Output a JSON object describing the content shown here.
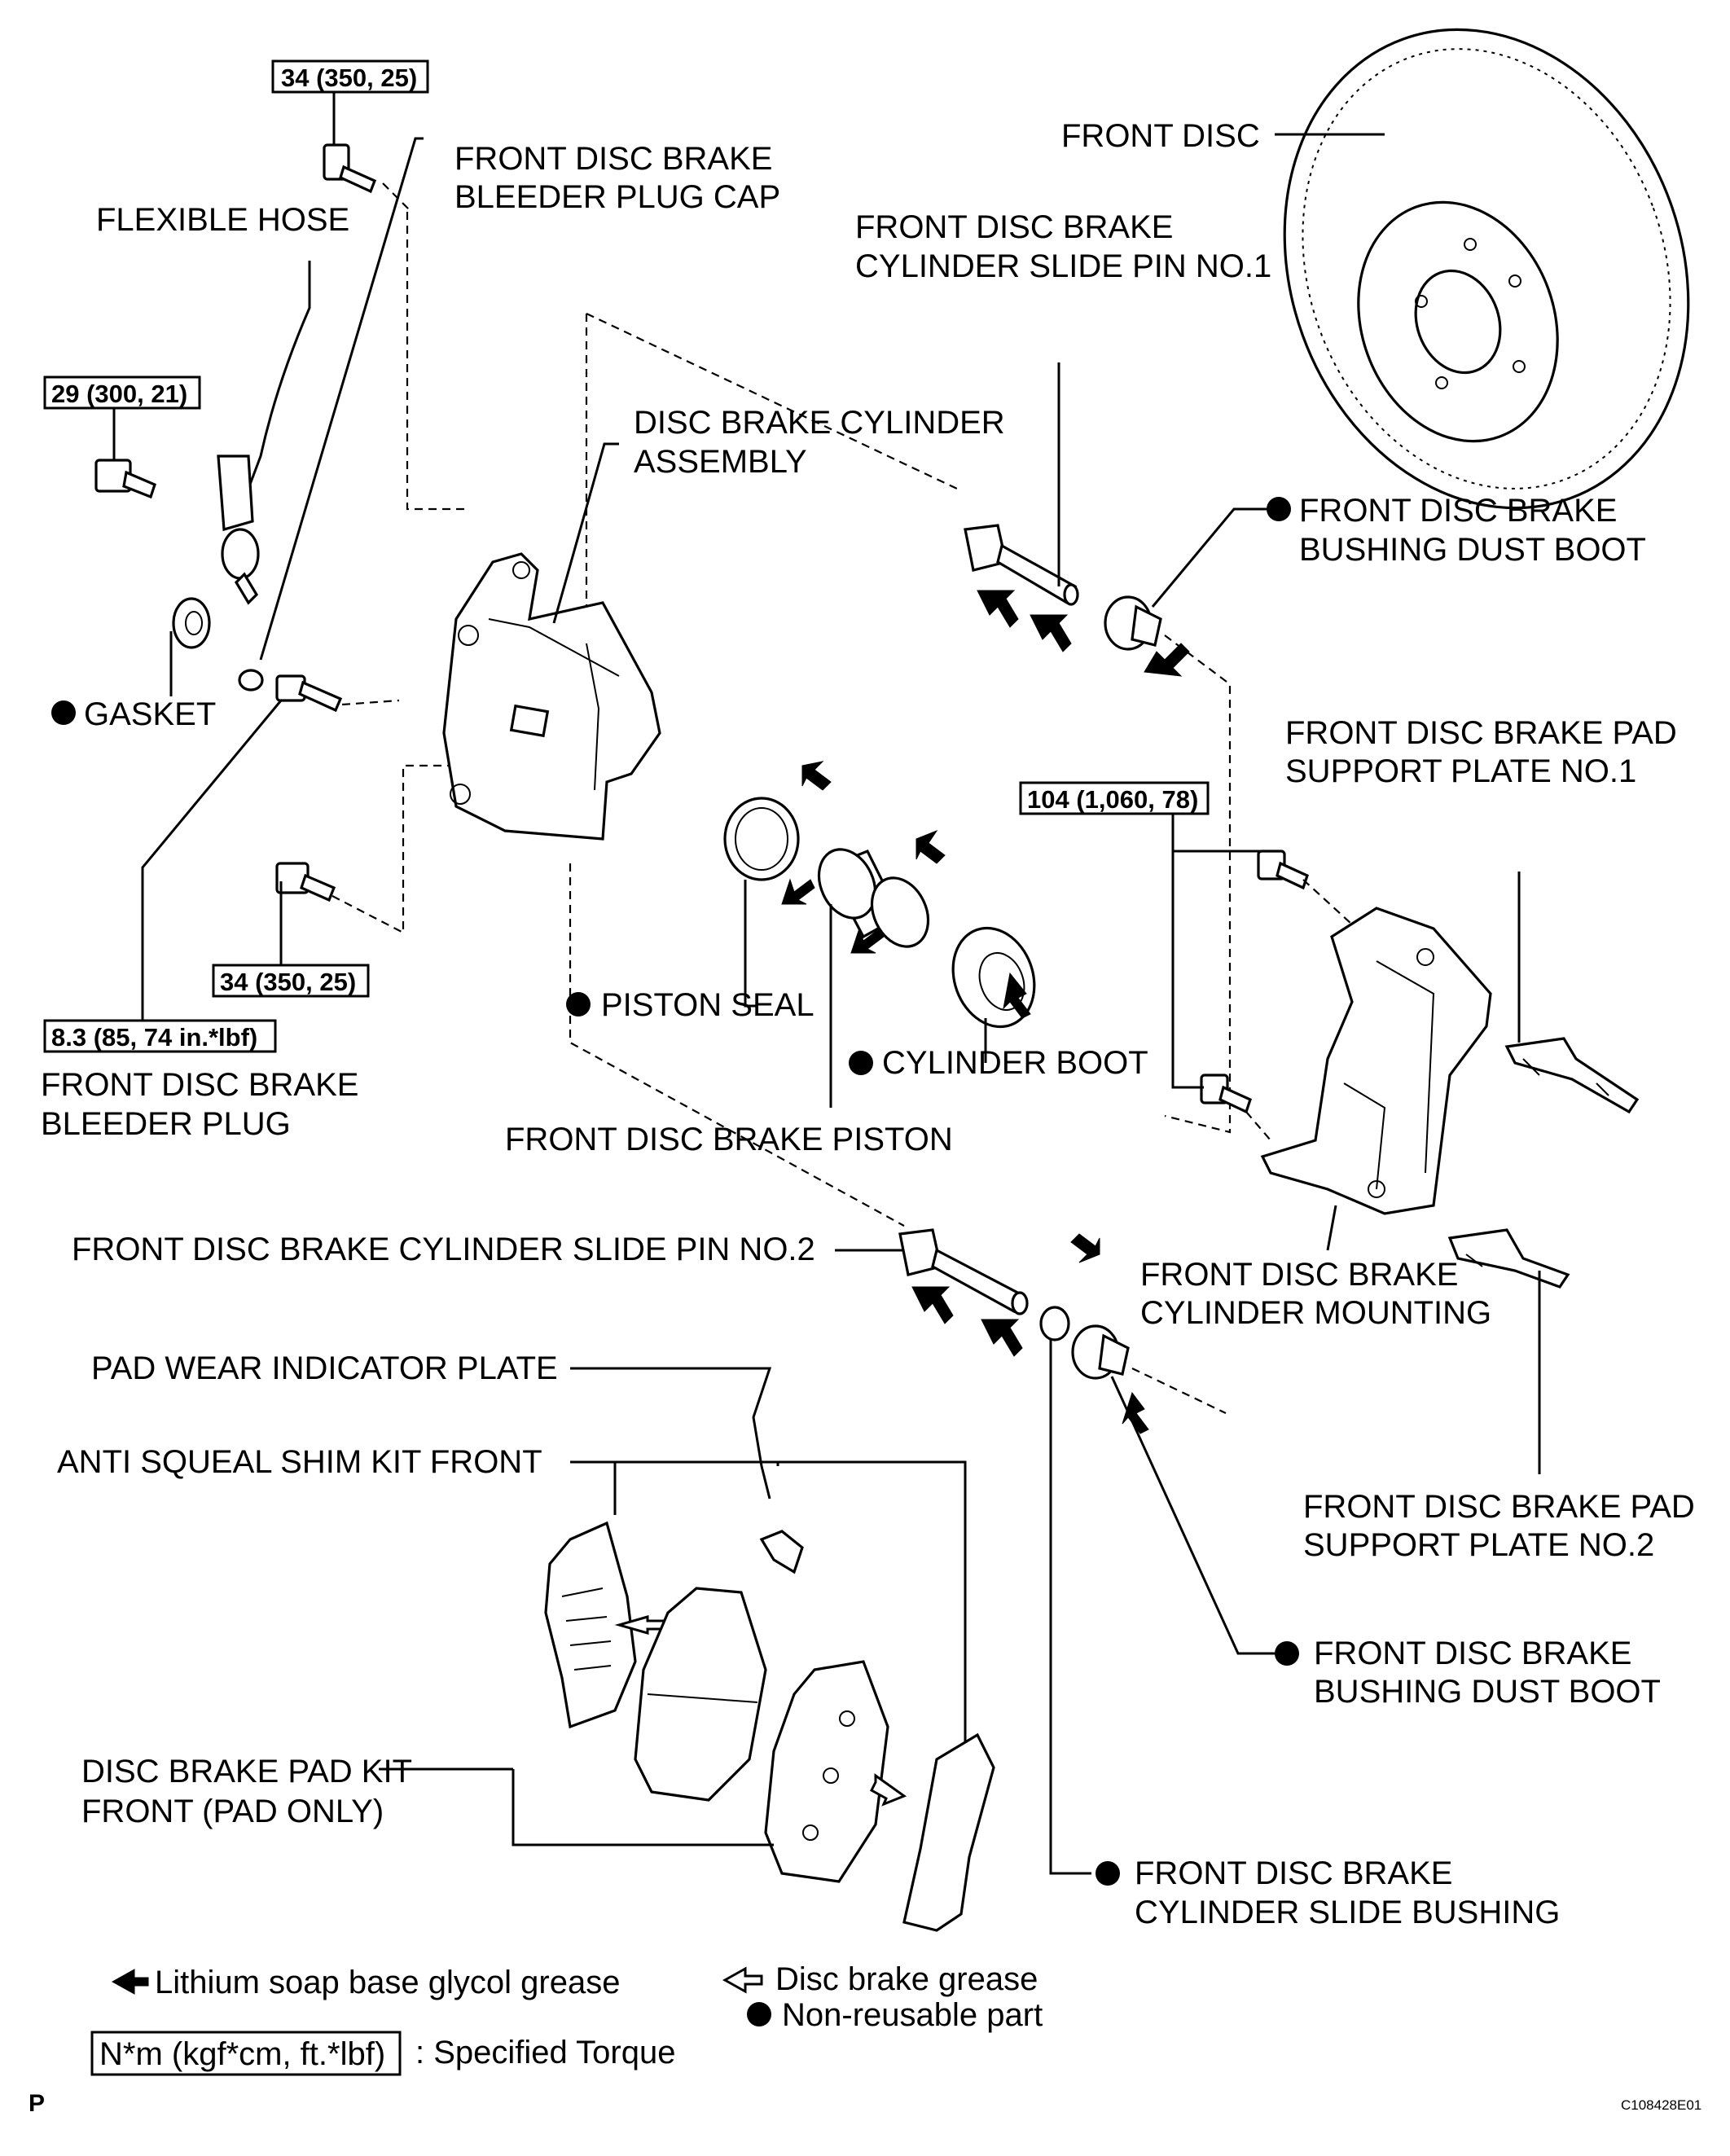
{
  "labels": {
    "front_disc": "FRONT DISC",
    "bleeder_cap_1": "FRONT DISC BRAKE",
    "bleeder_cap_2": "BLEEDER PLUG CAP",
    "flexible_hose": "FLEXIBLE HOSE",
    "slide_pin1_1": "FRONT DISC BRAKE",
    "slide_pin1_2": "CYLINDER SLIDE PIN NO.1",
    "cyl_assy_1": "DISC BRAKE CYLINDER",
    "cyl_assy_2": "ASSEMBLY",
    "dust_boot1_1": "FRONT DISC BRAKE",
    "dust_boot1_2": "BUSHING DUST BOOT",
    "gasket": "GASKET",
    "support1_1": "FRONT DISC BRAKE PAD",
    "support1_2": "SUPPORT PLATE NO.1",
    "piston_seal": "PISTON SEAL",
    "cylinder_boot": "CYLINDER BOOT",
    "bleeder_plug_1": "FRONT DISC BRAKE",
    "bleeder_plug_2": "BLEEDER PLUG",
    "piston": "FRONT DISC BRAKE PISTON",
    "slide_pin2": "FRONT DISC BRAKE CYLINDER SLIDE PIN NO.2",
    "mounting_1": "FRONT DISC BRAKE",
    "mounting_2": "CYLINDER MOUNTING",
    "wear_plate": "PAD WEAR INDICATOR PLATE",
    "shim_kit": "ANTI SQUEAL SHIM KIT FRONT",
    "support2_1": "FRONT DISC BRAKE PAD",
    "support2_2": "SUPPORT PLATE NO.2",
    "dust_boot2_1": "FRONT DISC BRAKE",
    "dust_boot2_2": "BUSHING DUST BOOT",
    "pad_kit_1": "DISC BRAKE PAD KIT",
    "pad_kit_2": "FRONT (PAD ONLY)",
    "slide_bushing_1": "FRONT DISC BRAKE",
    "slide_bushing_2": "CYLINDER SLIDE BUSHING"
  },
  "torques": {
    "hose_union": "34 (350, 25)",
    "hose_bracket": "29 (300, 21)",
    "cylinder_bolt": "34 (350, 25)",
    "bleeder_plug": "8.3 (85, 74 in.*lbf)",
    "mounting_bolt": "104 (1,060, 78)"
  },
  "legend": {
    "lithium_grease": "Lithium soap base glycol grease",
    "disc_grease": "Disc brake grease",
    "torque_box": "N*m (kgf*cm, ft.*lbf)",
    "torque_desc": ": Specified Torque",
    "non_reusable": "Non-reusable part"
  },
  "footer": {
    "page_letter": "P",
    "figure_code": "C108428E01"
  }
}
